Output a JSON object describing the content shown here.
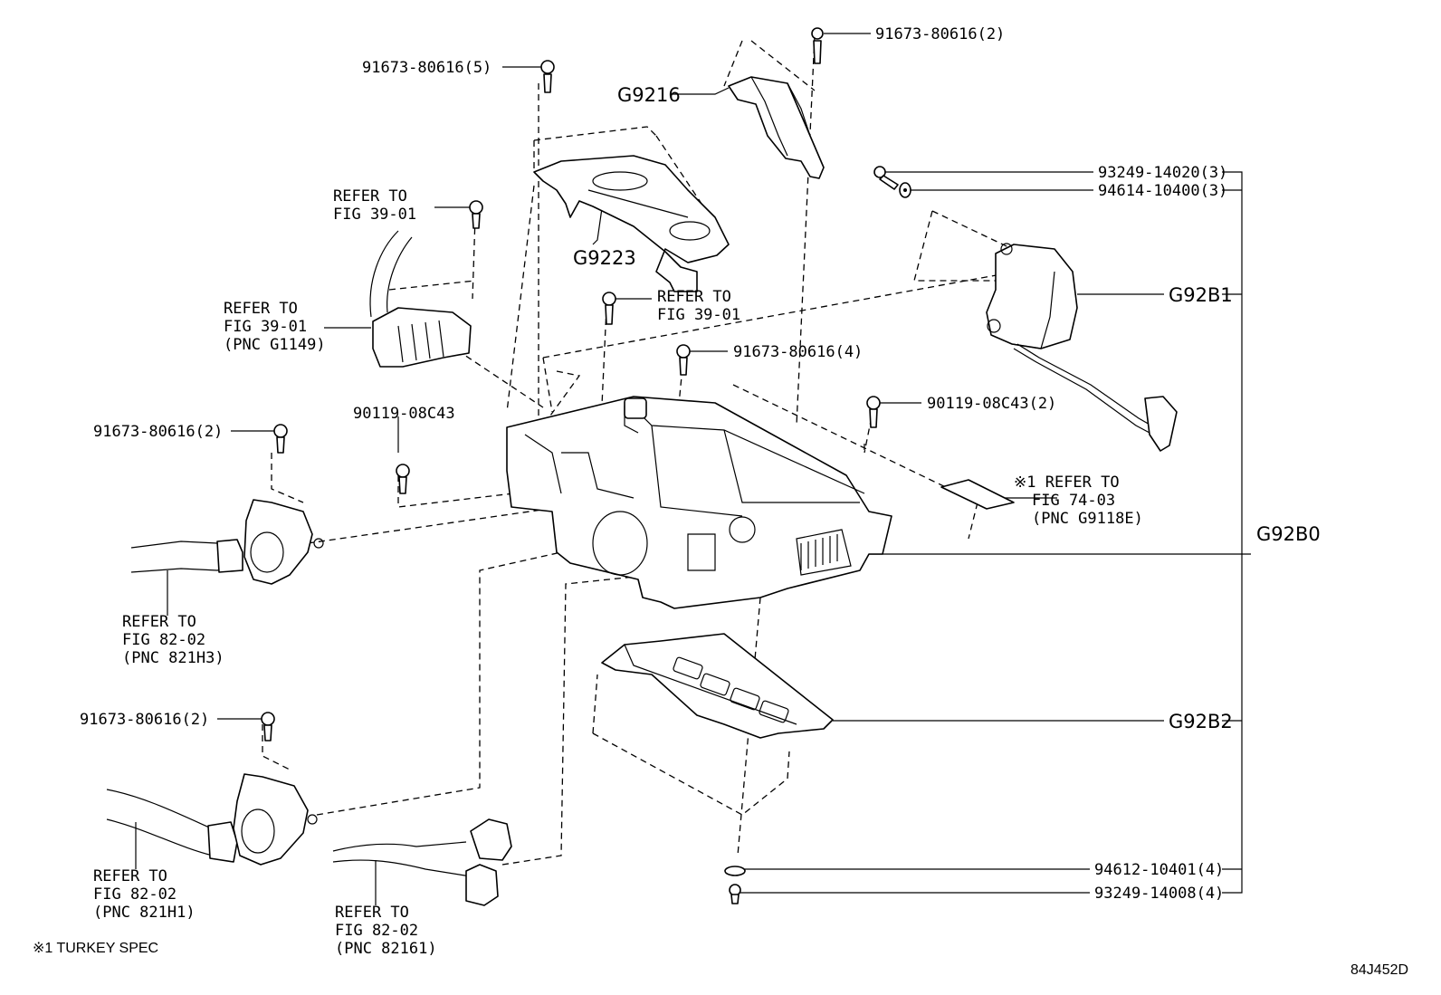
{
  "diagram_id": "84J452D",
  "footnote": "※1 TURKEY SPEC",
  "callouts": {
    "c1": {
      "lines": [
        "91673-80616(2)"
      ]
    },
    "c2": {
      "lines": [
        "91673-80616(5)"
      ]
    },
    "c3": {
      "lines": [
        "G9216"
      ]
    },
    "c4": {
      "lines": [
        "93249-14020(3)"
      ]
    },
    "c5": {
      "lines": [
        "94614-10400(3)"
      ]
    },
    "c6": {
      "lines": [
        "REFER TO",
        "FIG 39-01"
      ]
    },
    "c7": {
      "lines": [
        "G9223"
      ]
    },
    "c8": {
      "lines": [
        "G92B1"
      ]
    },
    "c9": {
      "lines": [
        "REFER TO",
        "FIG 39-01"
      ]
    },
    "c10": {
      "lines": [
        "REFER TO",
        "FIG 39-01",
        "(PNC G1149)"
      ]
    },
    "c11": {
      "lines": [
        "91673-80616(4)"
      ]
    },
    "c12": {
      "lines": [
        "90119-08C43"
      ]
    },
    "c13": {
      "lines": [
        "90119-08C43(2)"
      ]
    },
    "c14": {
      "lines": [
        "91673-80616(2)"
      ]
    },
    "c15": {
      "lines": [
        "※1",
        "REFER TO",
        "FIG 74-03",
        "(PNC G9118E)"
      ]
    },
    "c16": {
      "lines": [
        "G92B0"
      ]
    },
    "c17": {
      "lines": [
        "REFER TO",
        "FIG 82-02",
        "(PNC 821H3)"
      ]
    },
    "c18": {
      "lines": [
        "G92B2"
      ]
    },
    "c19": {
      "lines": [
        "91673-80616(2)"
      ]
    },
    "c20": {
      "lines": [
        "94612-10401(4)"
      ]
    },
    "c21": {
      "lines": [
        "93249-14008(4)"
      ]
    },
    "c22": {
      "lines": [
        "REFER TO",
        "FIG 82-02",
        "(PNC 821H1)"
      ]
    },
    "c23": {
      "lines": [
        "REFER TO",
        "FIG 82-02",
        "(PNC 82161)"
      ]
    }
  }
}
